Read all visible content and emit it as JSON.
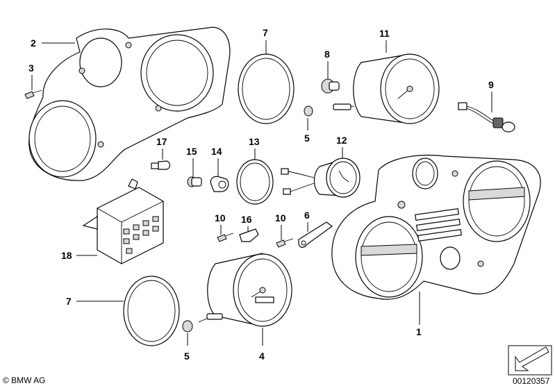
{
  "callouts": [
    "2",
    "3",
    "7",
    "8",
    "11",
    "9",
    "17",
    "15",
    "14",
    "13",
    "12",
    "10",
    "16",
    "10",
    "6",
    "18",
    "7",
    "5",
    "4",
    "1",
    "5"
  ],
  "footer": {
    "copyright": "© BMW AG",
    "doc_number": "00120357"
  }
}
